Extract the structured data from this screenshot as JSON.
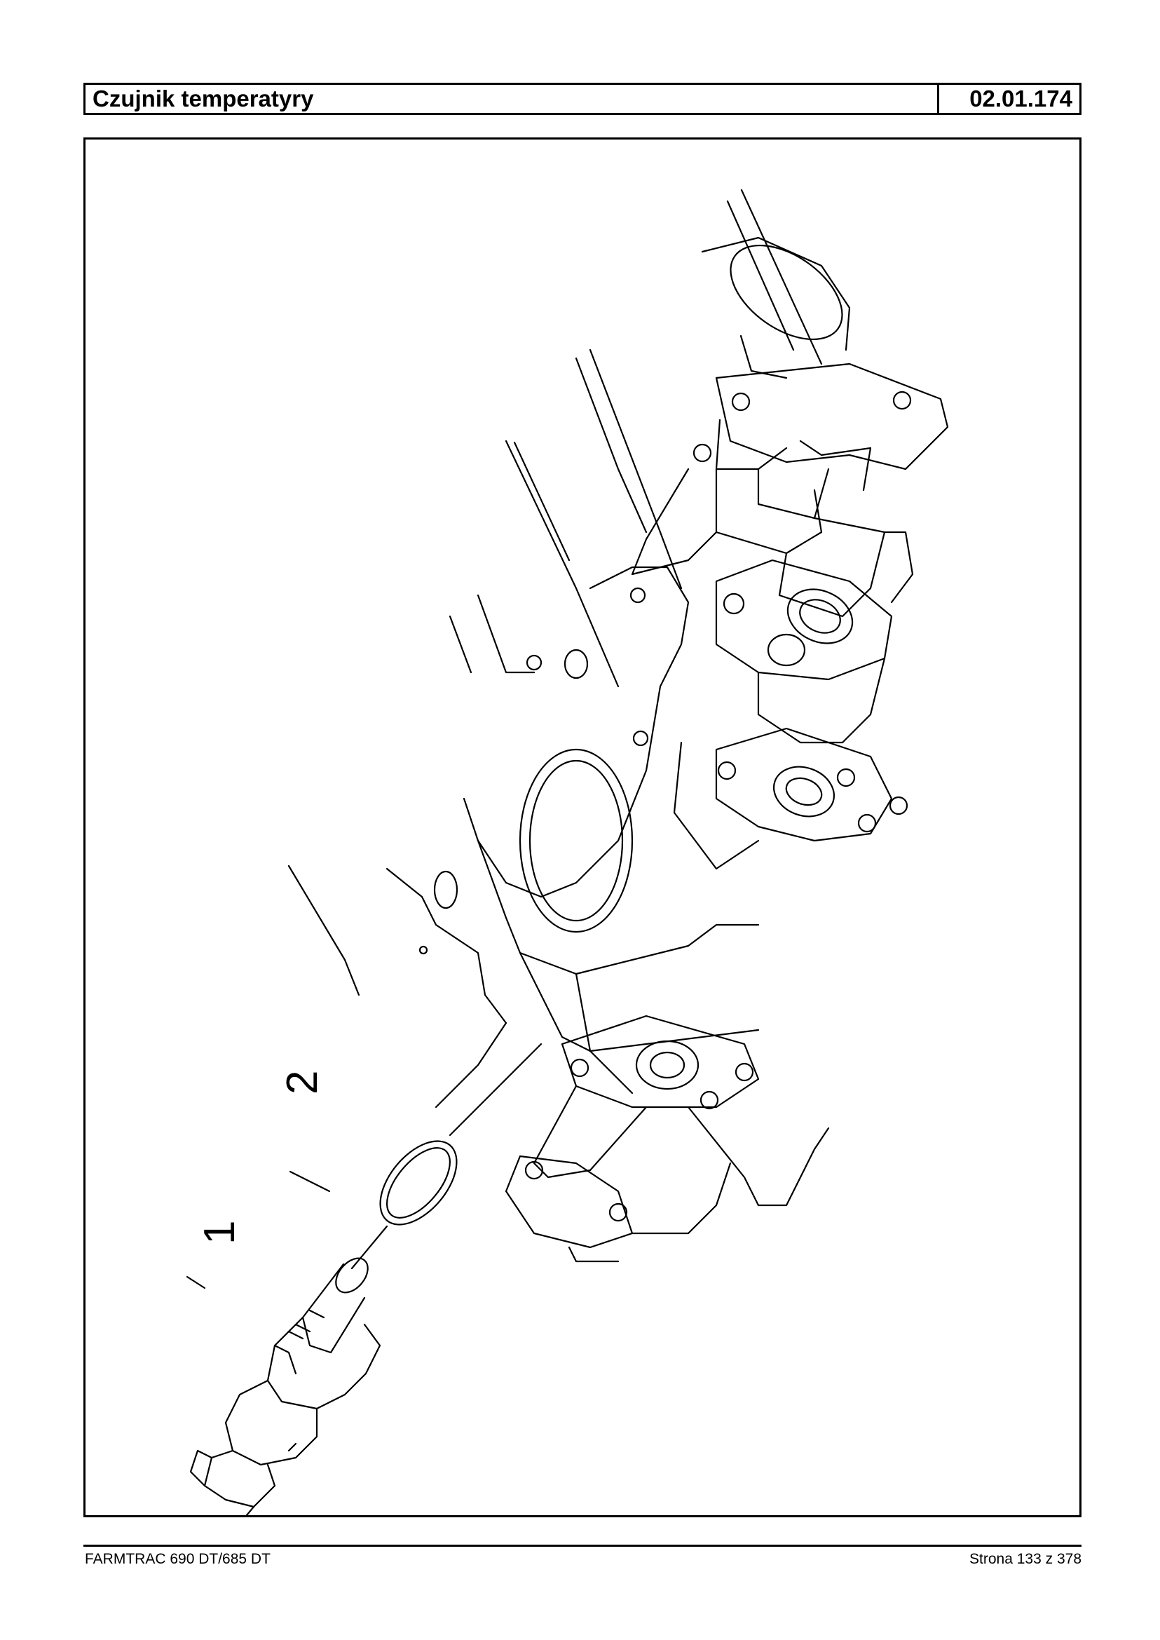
{
  "header": {
    "title": "Czujnik temperatyry",
    "code": "02.01.174"
  },
  "figure": {
    "callouts": [
      {
        "label": "1"
      },
      {
        "label": "2"
      }
    ],
    "icon": "engine-block-sensor-exploded-drawing"
  },
  "footer": {
    "model": "FARMTRAC 690 DT/685 DT",
    "page": "Strona 133 z 378"
  }
}
